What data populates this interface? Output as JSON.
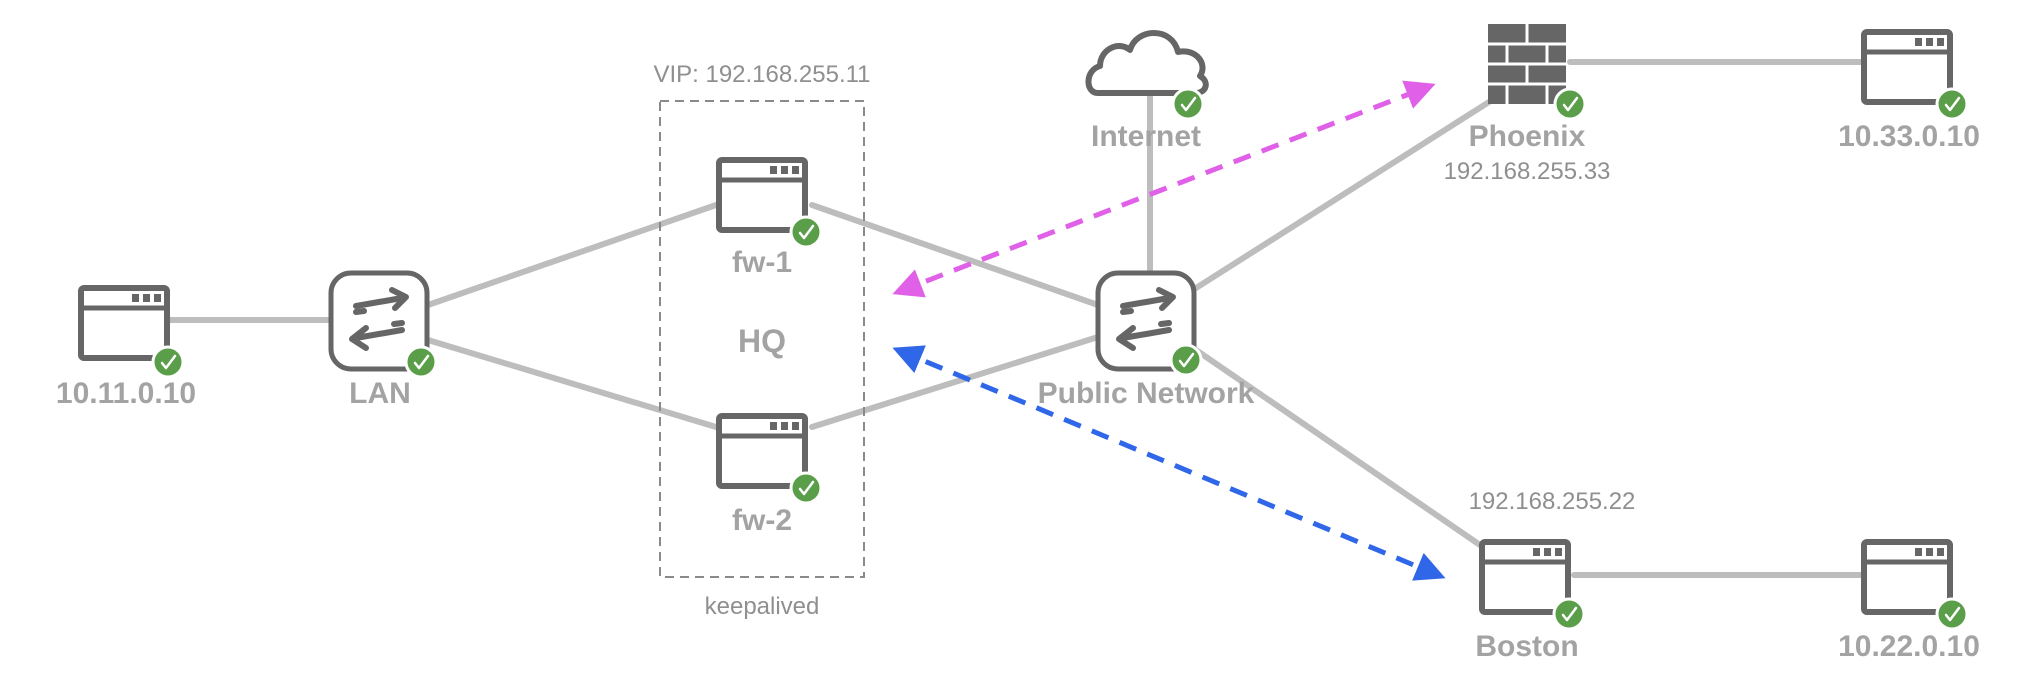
{
  "nodes": {
    "host_hq": {
      "label": "10.11.0.10"
    },
    "lan": {
      "label": "LAN"
    },
    "fw1": {
      "label": "fw-1"
    },
    "fw2": {
      "label": "fw-2"
    },
    "public_network": {
      "label": "Public Network"
    },
    "internet": {
      "label": "Internet"
    },
    "phoenix": {
      "label": "Phoenix",
      "ip": "192.168.255.33"
    },
    "host_phoenix": {
      "label": "10.33.0.10"
    },
    "boston": {
      "label": "Boston",
      "ip": "192.168.255.22"
    },
    "host_boston": {
      "label": "10.22.0.10"
    }
  },
  "cluster": {
    "vip": "VIP: 192.168.255.11",
    "name": "HQ",
    "footer": "keepalived"
  },
  "colors": {
    "icon": "#666666",
    "link": "#bdbdbd",
    "status_ok": "#5b9e4a",
    "tunnel_phoenix": "#e060e8",
    "tunnel_boston": "#2f67e8"
  },
  "icons": {
    "server": "server-icon",
    "switch": "switch-icon",
    "cloud": "cloud-icon",
    "firewall": "firewall-icon",
    "status": "check-icon"
  }
}
